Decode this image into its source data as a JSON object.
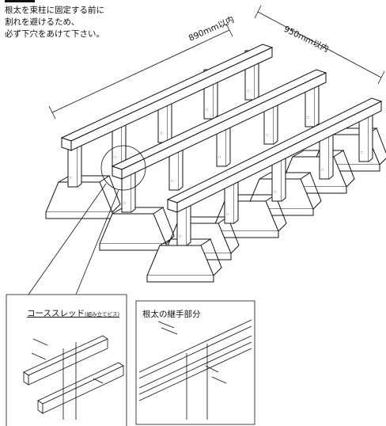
{
  "note": {
    "lines": [
      "根太を束柱に固定する前に",
      "割れを避けるため、",
      "必ず下穴をあけて下さい。"
    ]
  },
  "dimensions": {
    "length": "890mm以内",
    "spacing": "950mm以内"
  },
  "callouts": {
    "coarse_thread": {
      "title": "コーススレッド",
      "subtitle": "(組み立てビス)"
    },
    "joint": {
      "title": "根太の継手部分"
    }
  },
  "colors": {
    "line": "#111111",
    "background": "#ffffff"
  }
}
